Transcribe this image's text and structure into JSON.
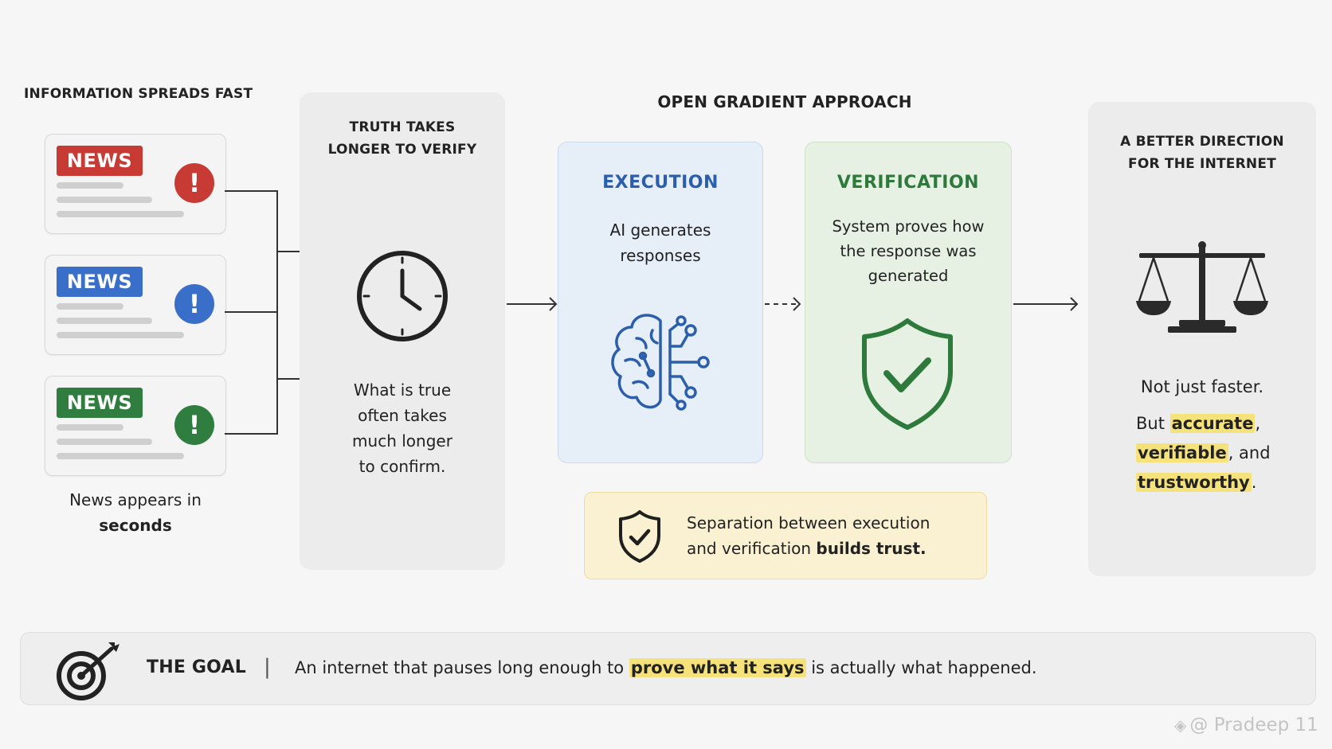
{
  "left": {
    "heading": "INFORMATION SPREADS FAST",
    "cards": [
      {
        "badge": "NEWS",
        "badge_color": "#c83a34",
        "alert_color": "#c83a34"
      },
      {
        "badge": "NEWS",
        "badge_color": "#3a6fc9",
        "alert_color": "#3a6fc9"
      },
      {
        "badge": "NEWS",
        "badge_color": "#2f7d3f",
        "alert_color": "#2f7d3f"
      }
    ],
    "alert_glyph": "!",
    "caption_line1": "News appears in",
    "caption_bold": "seconds"
  },
  "truth": {
    "heading_line1": "TRUTH TAKES",
    "heading_line2": "LONGER TO VERIFY",
    "icon": "clock-icon",
    "text_lines": [
      "What is true",
      "often takes",
      "much longer",
      "to confirm."
    ]
  },
  "approach": {
    "heading": "OPEN GRADIENT APPROACH",
    "execution": {
      "title": "EXECUTION",
      "text_lines": [
        "AI generates",
        "responses"
      ],
      "icon": "ai-brain-icon",
      "title_color": "#2b5fab"
    },
    "verification": {
      "title": "VERIFICATION",
      "text_lines": [
        "System proves how",
        "the response was",
        "generated"
      ],
      "icon": "shield-check-icon",
      "title_color": "#2e7a3c"
    },
    "note_line1": "Separation between execution",
    "note_line2_plain": "and verification ",
    "note_line2_bold": "builds trust."
  },
  "better": {
    "heading_line1": "A BETTER DIRECTION",
    "heading_line2": "FOR THE INTERNET",
    "icon": "balance-scale-icon",
    "line1": "Not just faster.",
    "but": "But ",
    "accurate": "accurate",
    "comma1": ",",
    "verifiable": "verifiable",
    "and": ", and",
    "trustworthy": "trustworthy",
    "period": "."
  },
  "goal": {
    "icon": "target-icon",
    "label": "THE GOAL",
    "separator": "|",
    "text_before": "An internet that pauses long enough to ",
    "text_highlight": "prove what it says",
    "text_after": " is actually what happened."
  },
  "watermark": "@ Pradeep 11",
  "colors": {
    "highlight": "#f6e27a",
    "execution_bg": "#e6eef8",
    "verification_bg": "#e6f1e3",
    "note_bg": "#faf1d2"
  }
}
